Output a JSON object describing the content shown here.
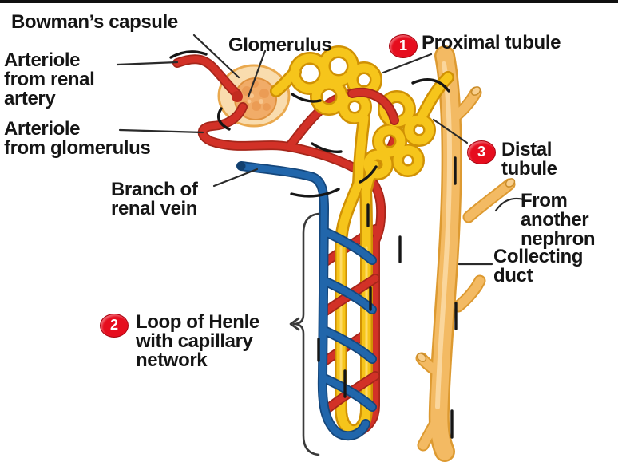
{
  "labels": {
    "bowmans_capsule": [
      "Bowman’s capsule"
    ],
    "glomerulus": [
      "Glomerulus"
    ],
    "arteriole_renal": [
      "Arteriole",
      "from renal",
      "artery"
    ],
    "arteriole_glomerulus": [
      "Arteriole",
      "from glomerulus"
    ],
    "branch_renal_vein": [
      "Branch of",
      "renal vein"
    ],
    "proximal_tubule": [
      "Proximal tubule"
    ],
    "distal_tubule": [
      "Distal",
      "tubule"
    ],
    "from_another_nephron": [
      "From",
      "another",
      "nephron"
    ],
    "collecting_duct": [
      "Collecting",
      "duct"
    ],
    "loop_of_henle": [
      "Loop of Henle",
      "with capillary",
      "network"
    ]
  },
  "badges": {
    "proximal": "1",
    "loop": "2",
    "distal": "3"
  },
  "colors": {
    "tubule_yellow": "#f6c51b",
    "artery_red": "#d23127",
    "vein_blue": "#2166ab",
    "duct_tan": "#f3ba63",
    "capsule_cream": "#f9dcae",
    "glomerulus_orange": "#f1ac68",
    "badge_red": "#e60d1e",
    "label_black": "#151515",
    "background": "#ffffff"
  }
}
